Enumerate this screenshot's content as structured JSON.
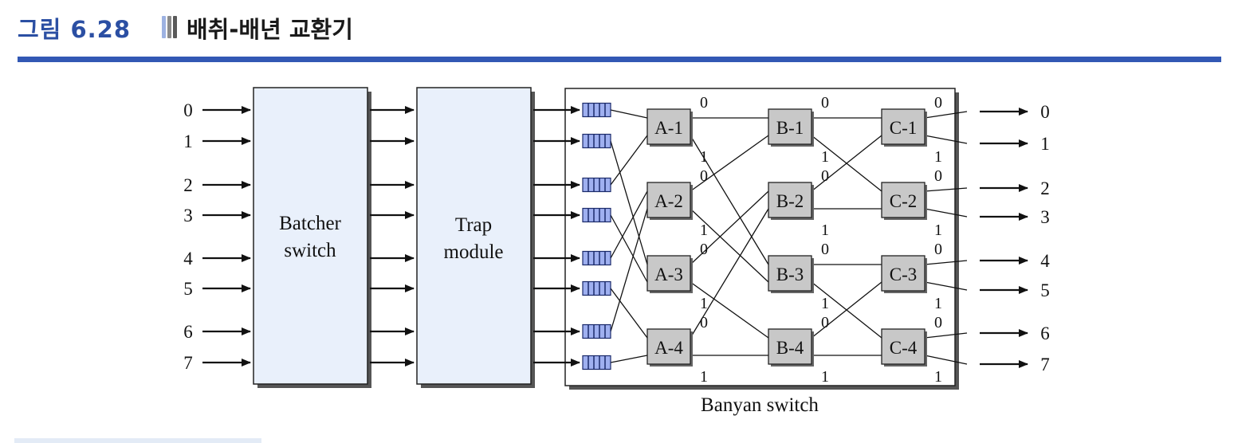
{
  "figure": {
    "label": "그림 6.28",
    "title": "배취-배년 교환기"
  },
  "diagram": {
    "inputs": [
      "0",
      "1",
      "2",
      "3",
      "4",
      "5",
      "6",
      "7"
    ],
    "outputs": [
      "0",
      "1",
      "2",
      "3",
      "4",
      "5",
      "6",
      "7"
    ],
    "batcher": {
      "line1": "Batcher",
      "line2": "switch"
    },
    "trap": {
      "line1": "Trap",
      "line2": "module"
    },
    "banyan_label": "Banyan switch",
    "stage_a": [
      "A-1",
      "A-2",
      "A-3",
      "A-4"
    ],
    "stage_b": [
      "B-1",
      "B-2",
      "B-3",
      "B-4"
    ],
    "stage_c": [
      "C-1",
      "C-2",
      "C-3",
      "C-4"
    ],
    "port_labels": {
      "upper": "0",
      "lower": "1"
    }
  },
  "colors": {
    "accent": "#3258b4",
    "title_blue": "#2b4fa3",
    "module_fill": "#e9f0fb",
    "switch_fill": "#c8c8c8",
    "queue_fill": "#9fb0f0"
  }
}
